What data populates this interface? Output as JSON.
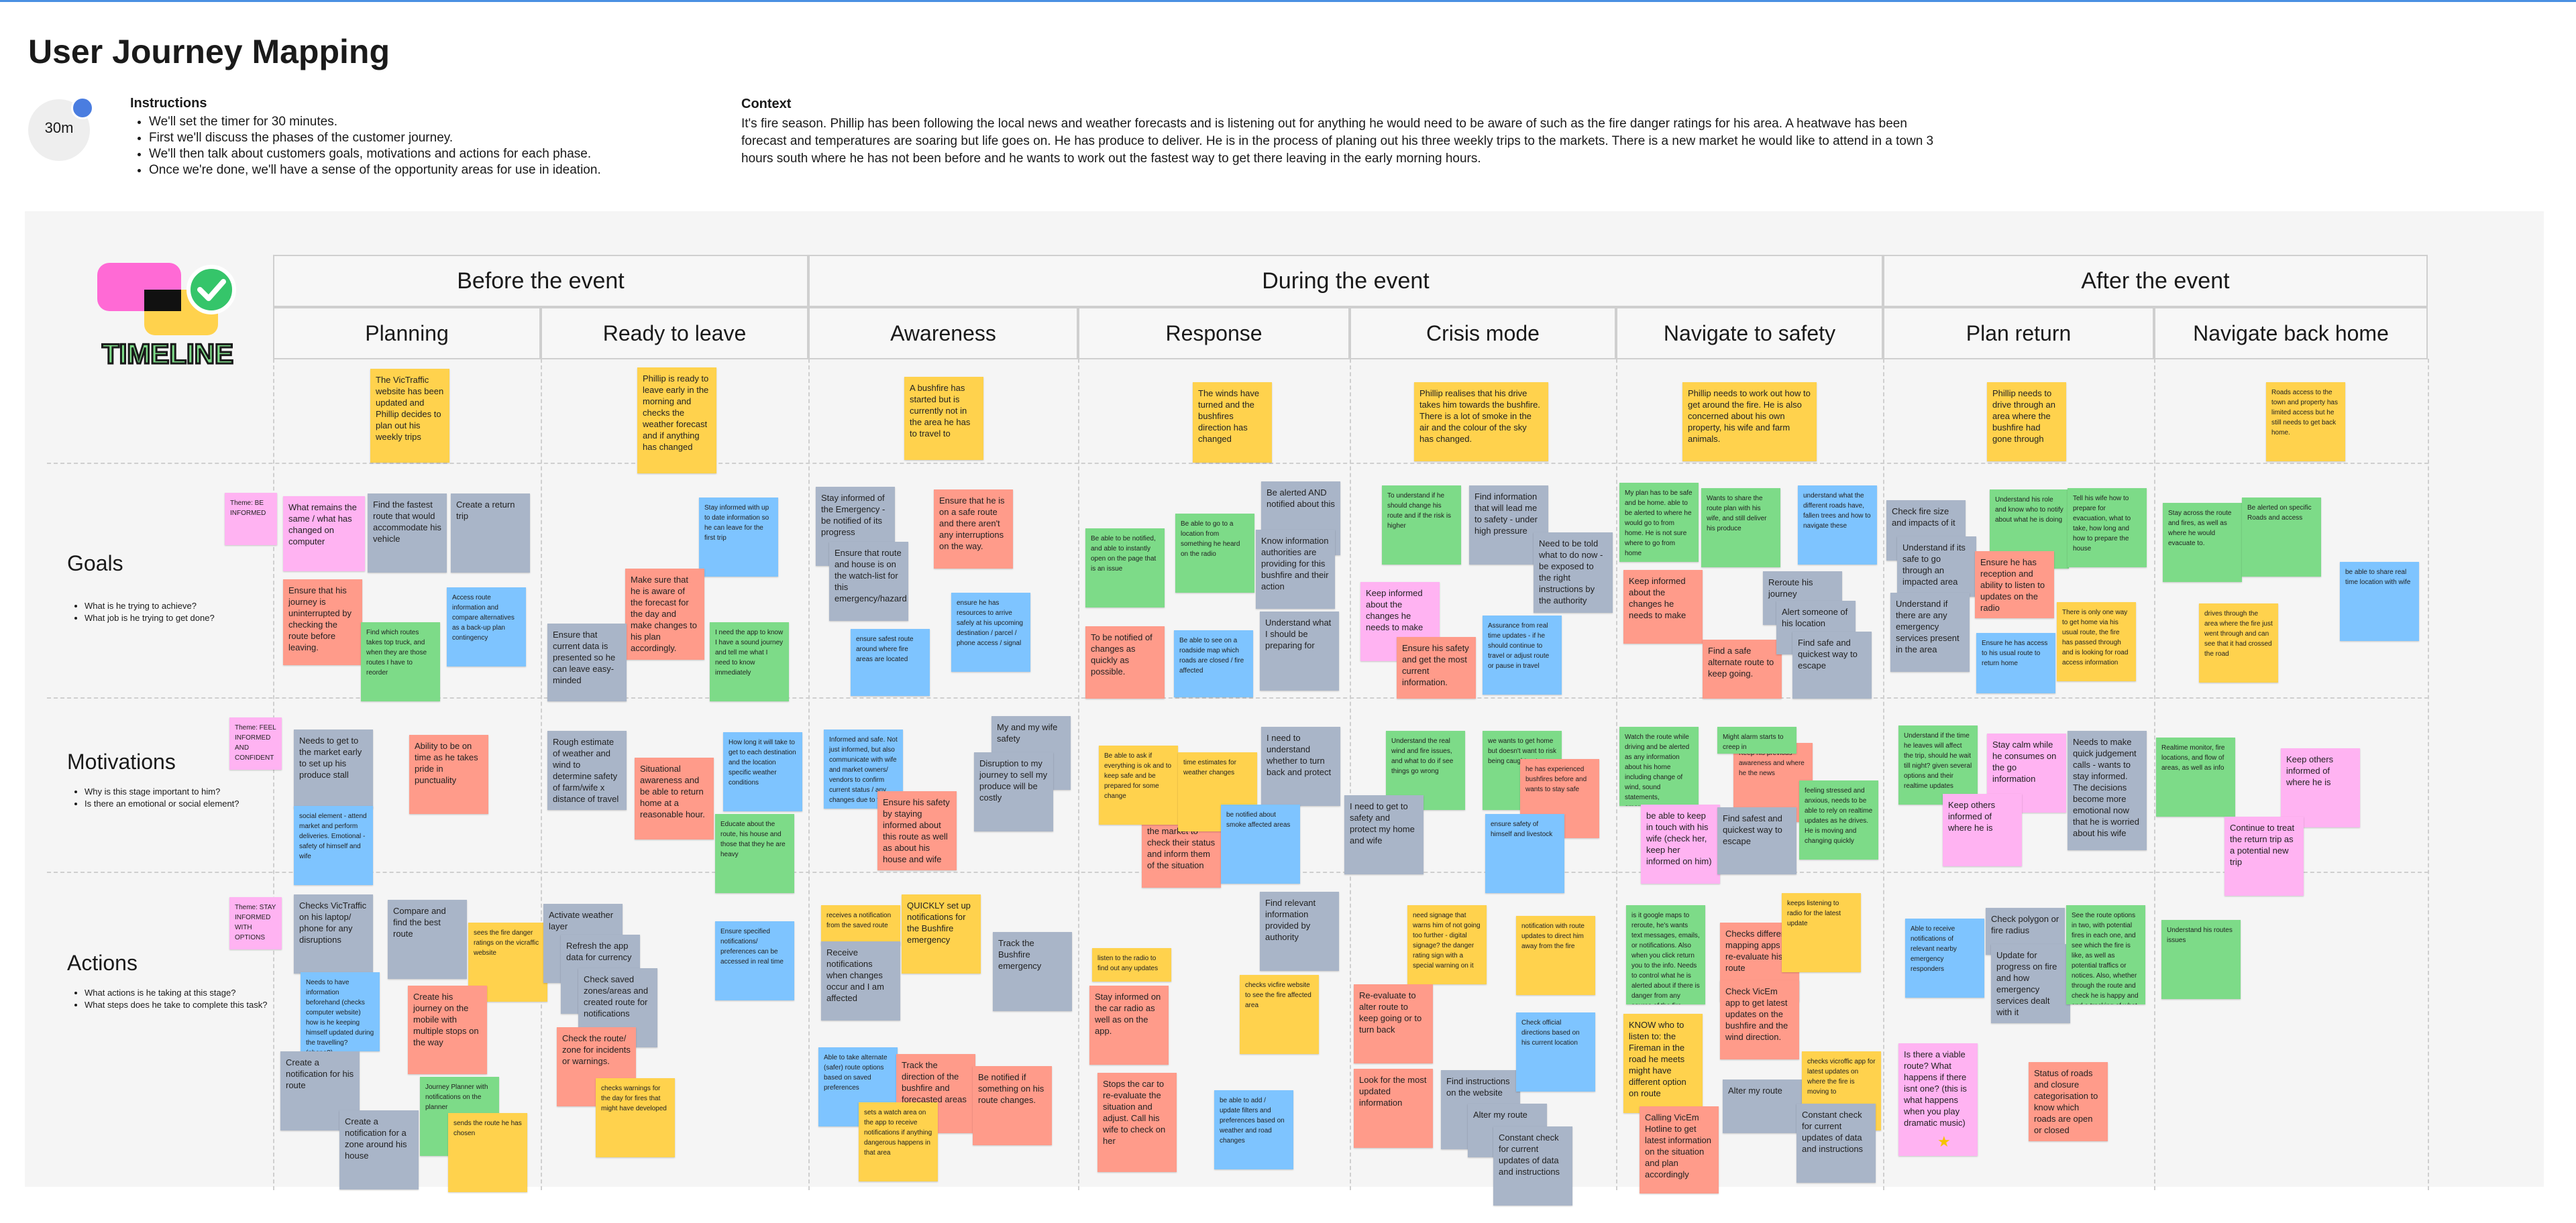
{
  "page": {
    "title": "User Journey Mapping"
  },
  "timer": {
    "label": "30m"
  },
  "instructions": {
    "heading": "Instructions",
    "items": [
      "We'll set the timer for 30 minutes.",
      "First we'll discuss the phases of the customer journey.",
      "We'll then talk about customers goals, motivations and actions for each phase.",
      "Once we're done, we'll have a sense of the opportunity areas for use in ideation."
    ]
  },
  "context": {
    "heading": "Context",
    "text": "It's fire season. Phillip has been following the local news and weather forecasts and is listening out for anything he would need to be aware of such as the fire danger ratings for his area. A heatwave has been forecast and temperatures are soaring but life goes on. He has produce to deliver. He is in the process of planing out his three weekly trips to the markets. There is a new market he would like to attend in a town 3 hours south where he has not been before and he wants to work out the fastest way to get there leaving in the early morning hours."
  },
  "logo": {
    "text": "TIMELINE",
    "icon": "check-circle-icon"
  },
  "phases": [
    "Before the event",
    "During the event",
    "After the event"
  ],
  "stages": [
    "Planning",
    "Ready to leave",
    "Awareness",
    "Response",
    "Crisis mode",
    "Navigate to safety",
    "Plan return",
    "Navigate back home"
  ],
  "rows": [
    {
      "label": "Goals",
      "questions": [
        "What is he trying to achieve?",
        "What job is he trying to get done?"
      ]
    },
    {
      "label": "Motivations",
      "questions": [
        "Why is this stage important to him?",
        "Is there an emotional or social element?"
      ]
    },
    {
      "label": "Actions",
      "questions": [
        "What actions is he taking at this stage?",
        "What steps does he take to complete this task?"
      ]
    }
  ],
  "notes": {
    "theme1": "Theme: BE INFORMED",
    "theme2": "Theme: FEEL INFORMED AND CONFIDENT",
    "theme3": "Theme: STAY INFORMED WITH OPTIONS",
    "s1": "The VicTraffic website has been updated and Phillip decides to plan out his weekly trips",
    "s2": "Phillip is ready to leave early in the morning and checks the weather forecast and if anything has changed",
    "s3": "A bushfire has started but is currently not in the area he has to travel to",
    "s4": "The winds have turned and the bushfires direction has changed",
    "s5": "Phillip realises that his drive takes him towards the bushfire. There is a lot of smoke in the air and the colour of the sky has changed.",
    "s6": "Phillip needs to work out how to get around the fire. He is also concerned about his own property, his wife and farm animals.",
    "s7": "Phillip needs to drive through an area where the bushfire had gone through",
    "s8": "Roads access to the town and property has limited access but he still needs to get back home.",
    "g1": "What remains the same / what has changed on computer",
    "g2": "Find the fastest route that would accommodate his vehicle",
    "g3": "Create a return trip",
    "g4": "Ensure that his journey is uninterrupted by checking the route before leaving.",
    "g5": "Find which routes takes top truck, and when they are those routes I have to reorder",
    "g6": "Access route information and compare alternatives as a back-up plan contingency",
    "g7": "Stay informed with up to date information so he can leave for the first trip",
    "g8": "Make sure that he is aware of the forecast for the day and make changes to his plan accordingly.",
    "g9": "Ensure that current data is presented so he can leave easy-minded",
    "g10": "I need the app to know I have a sound journey and tell me what I need to know immediately",
    "g11": "Stay informed of the Emergency - be notified of its progress",
    "g12": "Ensure that route and house is on the watch-list for this emergency/hazard",
    "g13": "Ensure that he is on a safe route and there aren't any interruptions on the way.",
    "g14": "ensure safest route around where fire areas are located",
    "g15": "ensure he has resources to arrive safely at his upcoming destination / parcel / phone access / signal",
    "g16": "Be able to be notified, and able to instantly open on the page that is an issue",
    "g17": "Be able to go to a location from something he heard on the radio",
    "g18": "Be alerted AND notified about this",
    "g19": "Know information authorities are providing for this bushfire and their action",
    "g20": "To be notified of changes as quickly as possible.",
    "g21": "Be able to see on a roadside map which roads are closed / fire affected",
    "g22": "Understand what I should be preparing for",
    "g23": "To understand if he should change his route and if the risk is higher",
    "g24": "Find information that will lead me to safety - under high pressure",
    "g25": "Need to be told what to do now - be exposed to the right instructions by the authority",
    "g26": "Keep informed about the changes he needs to make",
    "g27": "Ensure his safety and get the most current information.",
    "g28": "Assurance from real time updates - if he should continue to travel or adjust route or pause in travel",
    "g29": "My plan has to be safe and be home. able to be alerted to where he would go to from home. He is not sure where to go from home",
    "g30": "Wants to share the route plan with his wife, and still deliver his produce",
    "g31": "understand what the different roads have, fallen trees and how to navigate these",
    "g32": "Keep informed about the changes he needs to make",
    "g33": "Find a safe alternate route to keep going.",
    "g34": "Reroute his journey",
    "g35": "Alert someone of his location",
    "g36": "Find safe and quickest way to escape",
    "g37": "Check fire size and impacts of it",
    "g38": "Understand if its safe to go through an impacted area",
    "g39": "Understand if there are any emergency services present in the area",
    "g40": "Understand his role and know who to notify about what he is doing",
    "g41": "Ensure he has reception and ability to listen to updates on the radio",
    "g42": "Tell his wife how to prepare for evacuation, what to take, how long and how to prepare the house",
    "g43": "Ensure he has access to his usual route to return home",
    "g44": "There is only one way to get home via his usual route, the fire has passed through and is looking for road access information",
    "g45": "Stay across the route and fires, as well as where he would evacuate to.",
    "g46": "Be alerted on specific Roads and access",
    "g47": "drives through the area where the fire just went through and can see that it had crossed the road",
    "g48": "be able to share real time location with wife",
    "m1": "Needs to get to the market early to set up his produce stall",
    "m2": "Ability to be on time as he takes pride in punctuality",
    "m3": "social element - attend market and perform deliveries. Emotional - safety of himself and wife",
    "m4": "Rough estimate of weather and wind to determine safety of farm/wife x distance of travel",
    "m5": "Situational awareness and be able to return home at a reasonable hour.",
    "m6": "How long it will take to get to each destination and the location specific weather conditions",
    "m7": "Educate about the route, his house and those that they he are heavy",
    "m8": "Informed and safe. Not just informed, but also communicate with wife and market owners/ vendors to confirm current status / any changes due to fire",
    "m9": "My and my wife safety",
    "m10": "Disruption to my journey to sell my produce will be costly",
    "m11": "Ensure his safety by staying informed about this route as well as about his house and wife",
    "m12": "Call to his pals at the market to check their status and inform them of the situation",
    "m13": "Be able to ask if everything is ok and to keep safe and be prepared for some change",
    "m14": "time estimates for weather changes",
    "m15": "I need to understand whether to turn back and protect",
    "m16": "be notified about smoke affected areas",
    "m17": "Understand the real wind and fire issues, and what to do if see things go wrong",
    "m18": "we wants to get home but doesn't want to risk being caught out",
    "m19": "I need to get to safety and protect my home and wife",
    "m20": "he has experienced bushfires before and wants to stay safe",
    "m21": "ensure safety of himself and livestock",
    "m22": "Watch the route while driving and be alerted as any information about his home including change of wind, sound statements, emergency statements, wind, weather (new route)",
    "m23": "Keep his previous awareness and where he the news",
    "m24": "Might alarm starts to creep in",
    "m25": "be able to keep in touch with his wife (check her, keep her informed on him)",
    "m26": "Find safest and quickest way to escape",
    "m27": "feeling stressed and anxious, needs to be able to rely on realtime updates as he drives. He is moving and changing quickly",
    "m28": "Understand if the time he leaves will affect the trip, should he wait till night? given several options and their realtime updates",
    "m29": "Stay calm while he consumes on the go information",
    "m30": "Keep others informed of where he is",
    "m31": "Needs to make quick judgement calls - wants to stay informed. The decisions become more emotional now that he is worried about his wife",
    "m32": "Realtime monitor, fire locations, and flow of areas, as well as info",
    "m33": "Keep others informed of where he is",
    "m34": "Continue to treat the return trip as a potential new trip",
    "a1": "Checks VicTraffic on his laptop/ phone for any disruptions",
    "a2": "Compare and find the best route",
    "a3": "sees the fire danger ratings on the vicraffic website",
    "a4": "Needs to have information beforehand (checks computer website) how is he keeping himself updated during the travelling? (phone?)",
    "a5": "Create his journey on the mobile with multiple stops on the way",
    "a6": "Create a notification for his route",
    "a7": "Journey Planner with notifications on the planner",
    "a8": "Create a notification for a zone around his house",
    "a9": "sends the route he has chosen",
    "a10": "Activate weather layer",
    "a11": "Refresh the app data for currency",
    "a12": "Check saved zones/areas and created route for notifications",
    "a13": "Check the route/ zone for incidents or warnings.",
    "a14": "checks warnings for the day for fires that might have developed",
    "a15": "Ensure specified notifications/ preferences can be accessed in real time",
    "a16": "receives a notification from the saved route",
    "a17": "QUICKLY set up notifications for the Bushfire emergency",
    "a18": "Receive notifications when changes occur and I am affected",
    "a19": "Track the Bushfire emergency",
    "a20": "Able to take alternate (safer) route options based on saved preferences",
    "a21": "Track the direction of the bushfire and forecasted areas",
    "a22": "Be notified if something on his route changes.",
    "a23": "sets a watch area on the app to receive notifications if anything dangerous happens in that area",
    "a24": "listen to the radio to find out any updates",
    "a25": "Stay informed on the car radio as well as on the app.",
    "a26": "Stops the car to re-evaluate the situation and adjust. Call his wife to check on her",
    "a27": "Find relevant information provided by authority",
    "a28": "checks vicfire website to see the fire affected area",
    "a29": "be able to add / update filters and preferences based on weather and road changes",
    "a30": "need signage that warns him of not going too further - digital signage? the danger rating sign with a special warning on it",
    "a31": "notification with route updates to direct him away from the fire",
    "a32": "Re-evaluate to alter route to keep going or to turn back",
    "a33": "Look for the most updated information",
    "a34": "Find instructions on the website",
    "a35": "Check official directions based on his current location",
    "a36": "Alter my route",
    "a37": "Constant check for current updates of data and instructions",
    "a38": "is it google maps to reroute, he's wants text messages, emails, or notifications. Also when you click return you to the info. Needs to control what he is alerted about if there is danger from any source of the fire",
    "a39": "Checks different mapping apps to re-evaluate his route",
    "a40": "keeps listening to radio for the latest update",
    "a41": "Check VicEm app to get latest updates on the bushfire and the wind direction.",
    "a42": "KNOW who to listen to: the Fireman in the road he meets might have different option on route",
    "a43": "Alter my route",
    "a44": "checks vicroffic app for latest updates on where the fire is moving to",
    "a45": "Constant check for current updates of data and instructions",
    "a46": "Calling VicEm Hotline to get latest information on the situation and plan accordingly",
    "a47": "Able to receive notifications of relevant nearby emergency responders",
    "a48": "Check polygon or fire radius",
    "a49": "Update for progress on fire and how emergency services dealt with it",
    "a50": "See the route options in two, with potential fires in each one, and see which the fire is like, as well as potential traffics or notices. Also, whether through the route and check he is happy and and a tracking of what is necessary or food or a coffee",
    "a51": "Is there a viable route? What happens if there isnt one? (this is what happens when you play dramatic music)",
    "a52": "Status of roads and closure categorisation to know which roads are open or closed",
    "a53": "Understand his routes issues"
  }
}
